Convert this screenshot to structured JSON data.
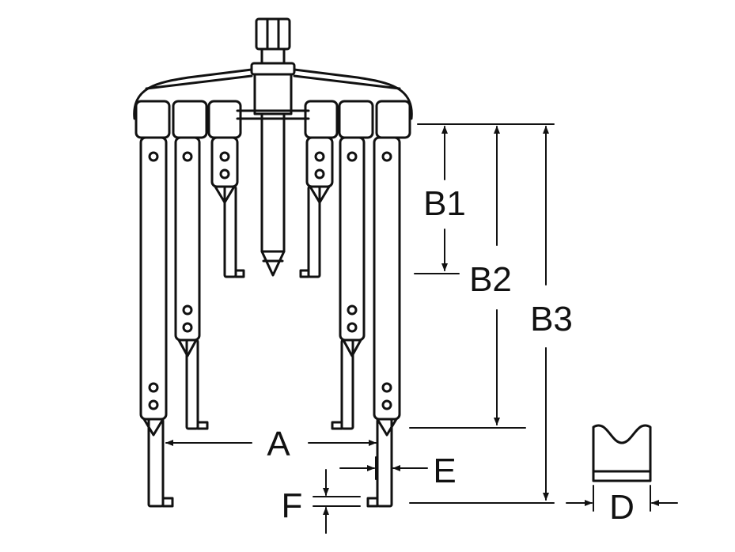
{
  "diagram": {
    "labels": {
      "b1": "B1",
      "b2": "B2",
      "b3": "B3",
      "a": "A",
      "e": "E",
      "f": "F",
      "d": "D"
    },
    "colors": {
      "line": "#111111",
      "background": "#ffffff"
    }
  }
}
